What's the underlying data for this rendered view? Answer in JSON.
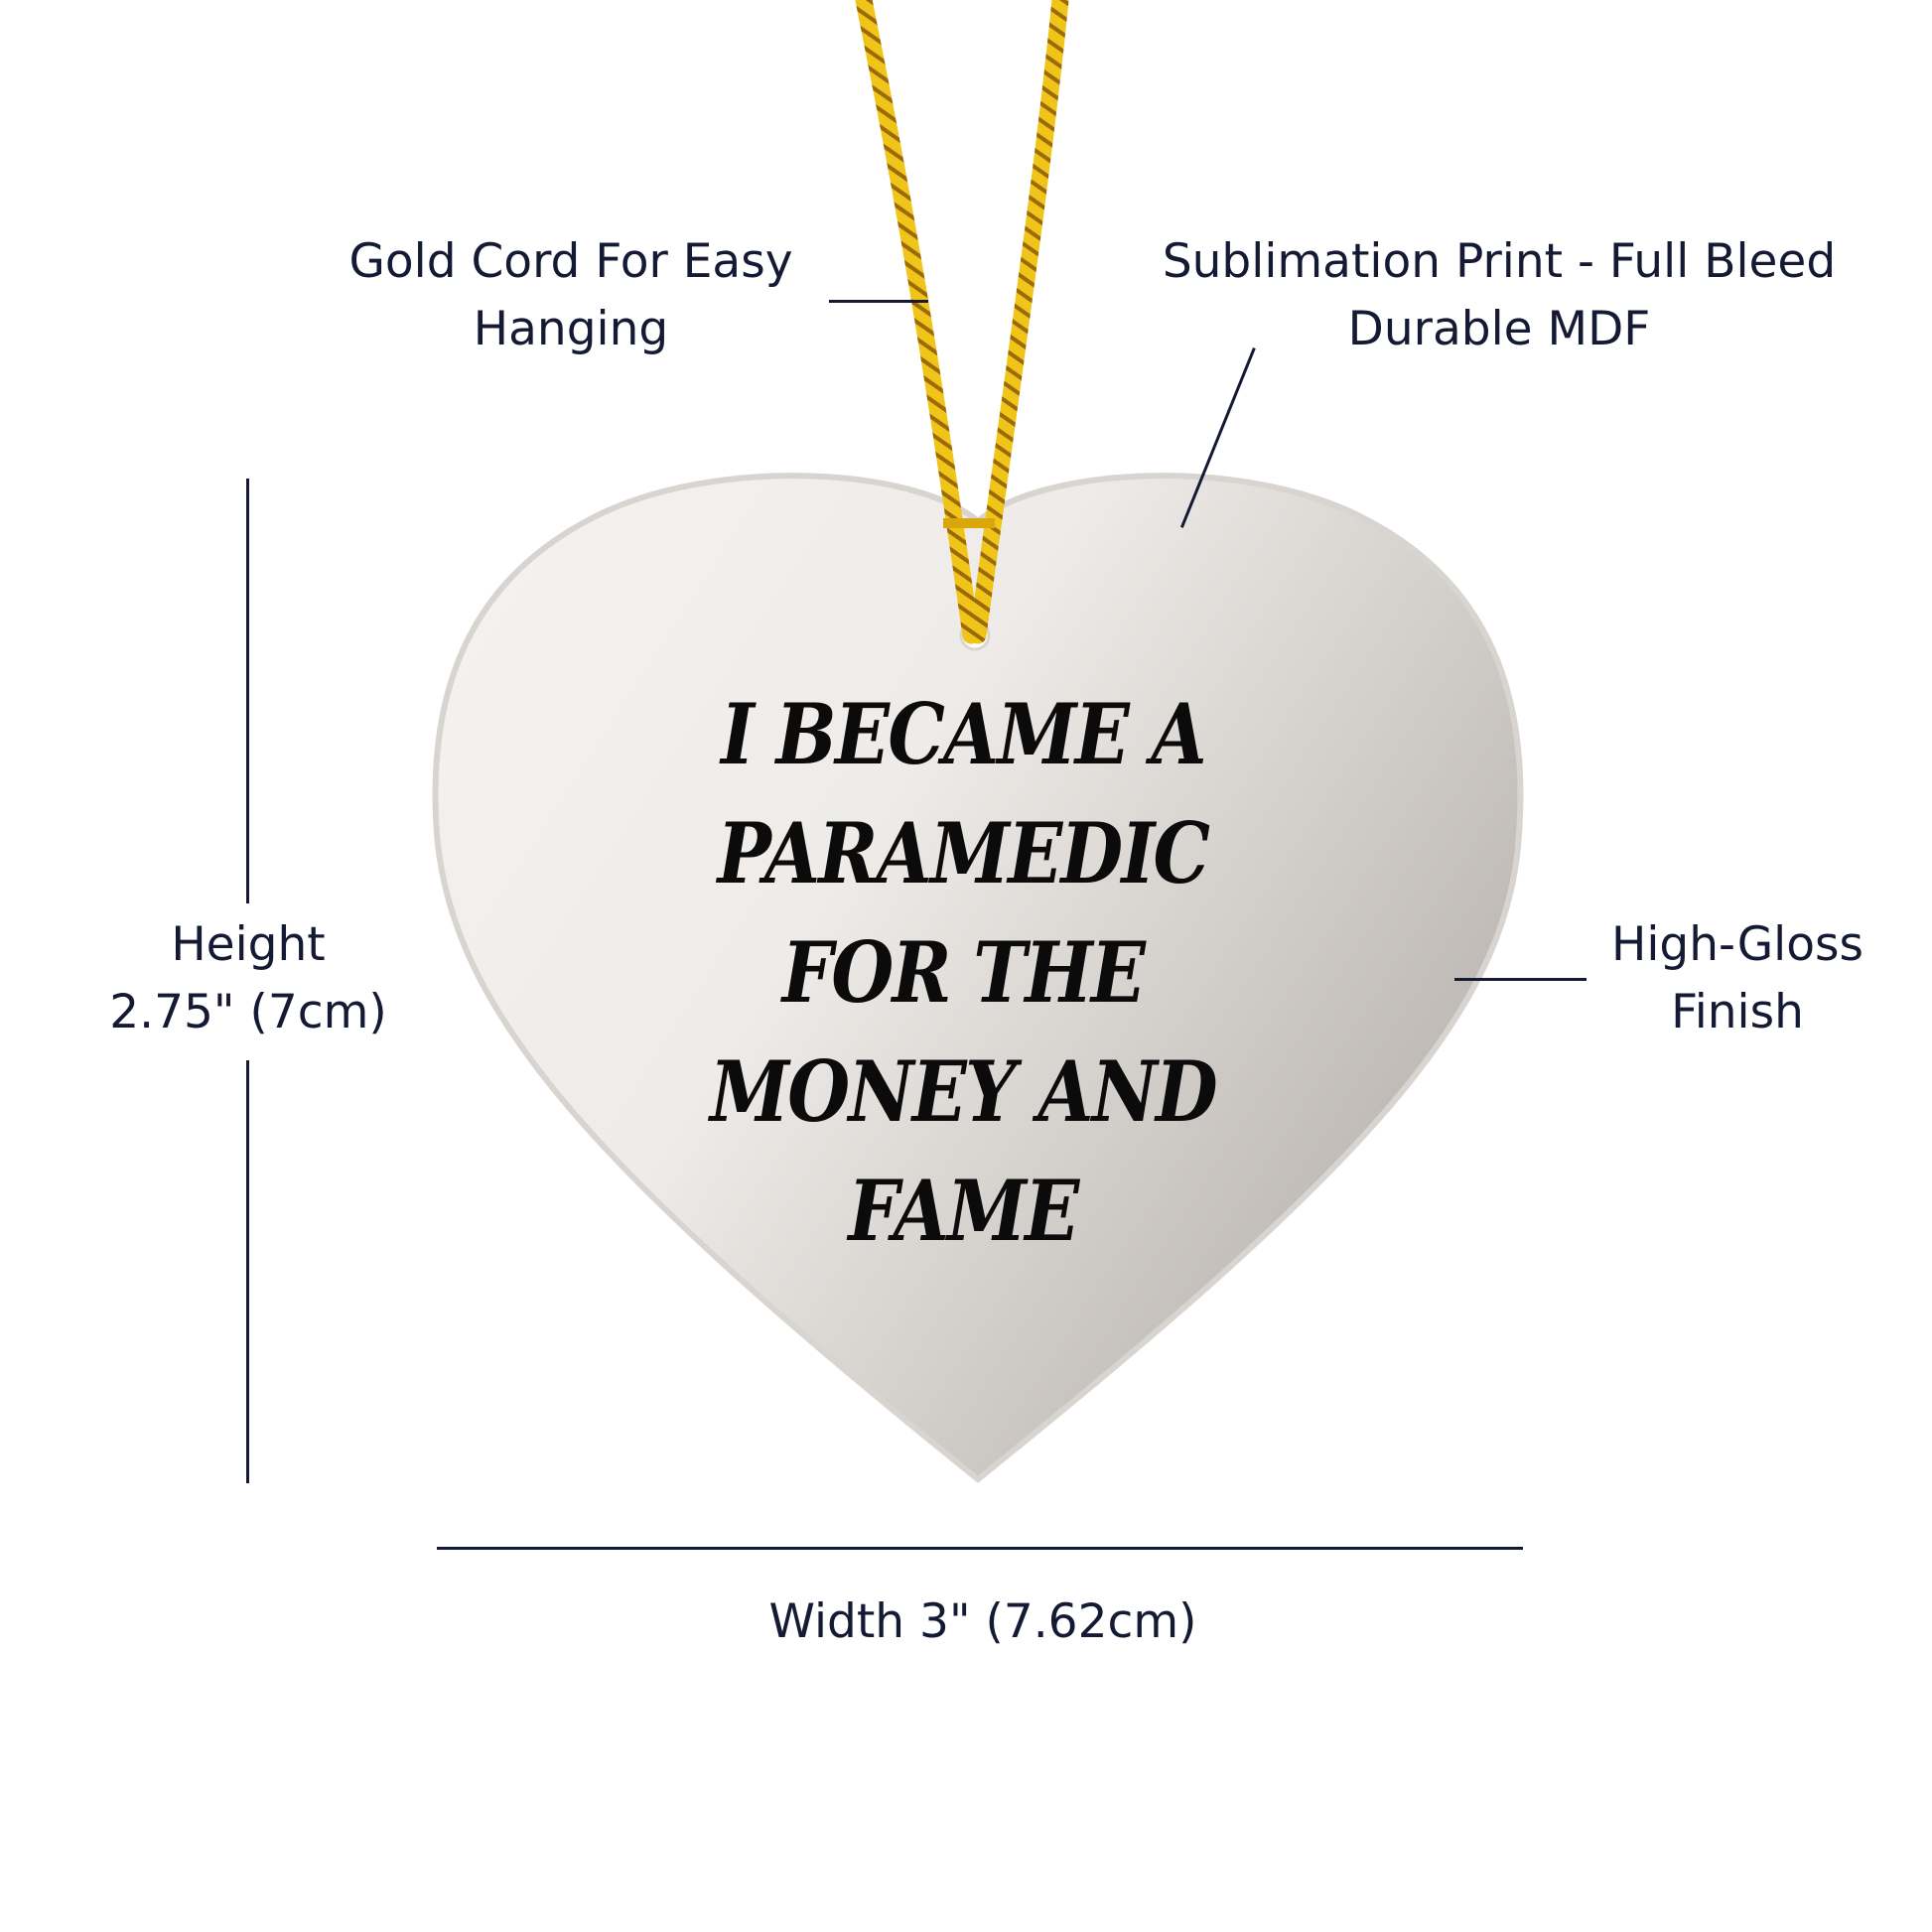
{
  "product": {
    "type": "Heart Ornament",
    "print_lines": [
      "I BECAME A",
      "PARAMEDIC",
      "FOR THE",
      "MONEY AND",
      "FAME"
    ]
  },
  "callouts": {
    "cord": {
      "lines": [
        "Gold Cord For Easy",
        "Hanging"
      ]
    },
    "print": {
      "lines": [
        "Sublimation Print - Full Bleed",
        "Durable MDF"
      ]
    },
    "finish": {
      "lines": [
        "High-Gloss",
        "Finish"
      ]
    },
    "height": {
      "lines": [
        "Height",
        "2.75\" (7cm)"
      ]
    },
    "width": {
      "lines": [
        "Width 3\" (7.62cm)"
      ]
    }
  },
  "colors": {
    "text": "#141a33",
    "cord": "#e8b90f",
    "heart_light": "#f4f2f0",
    "heart_dark": "#bdb8b3"
  }
}
